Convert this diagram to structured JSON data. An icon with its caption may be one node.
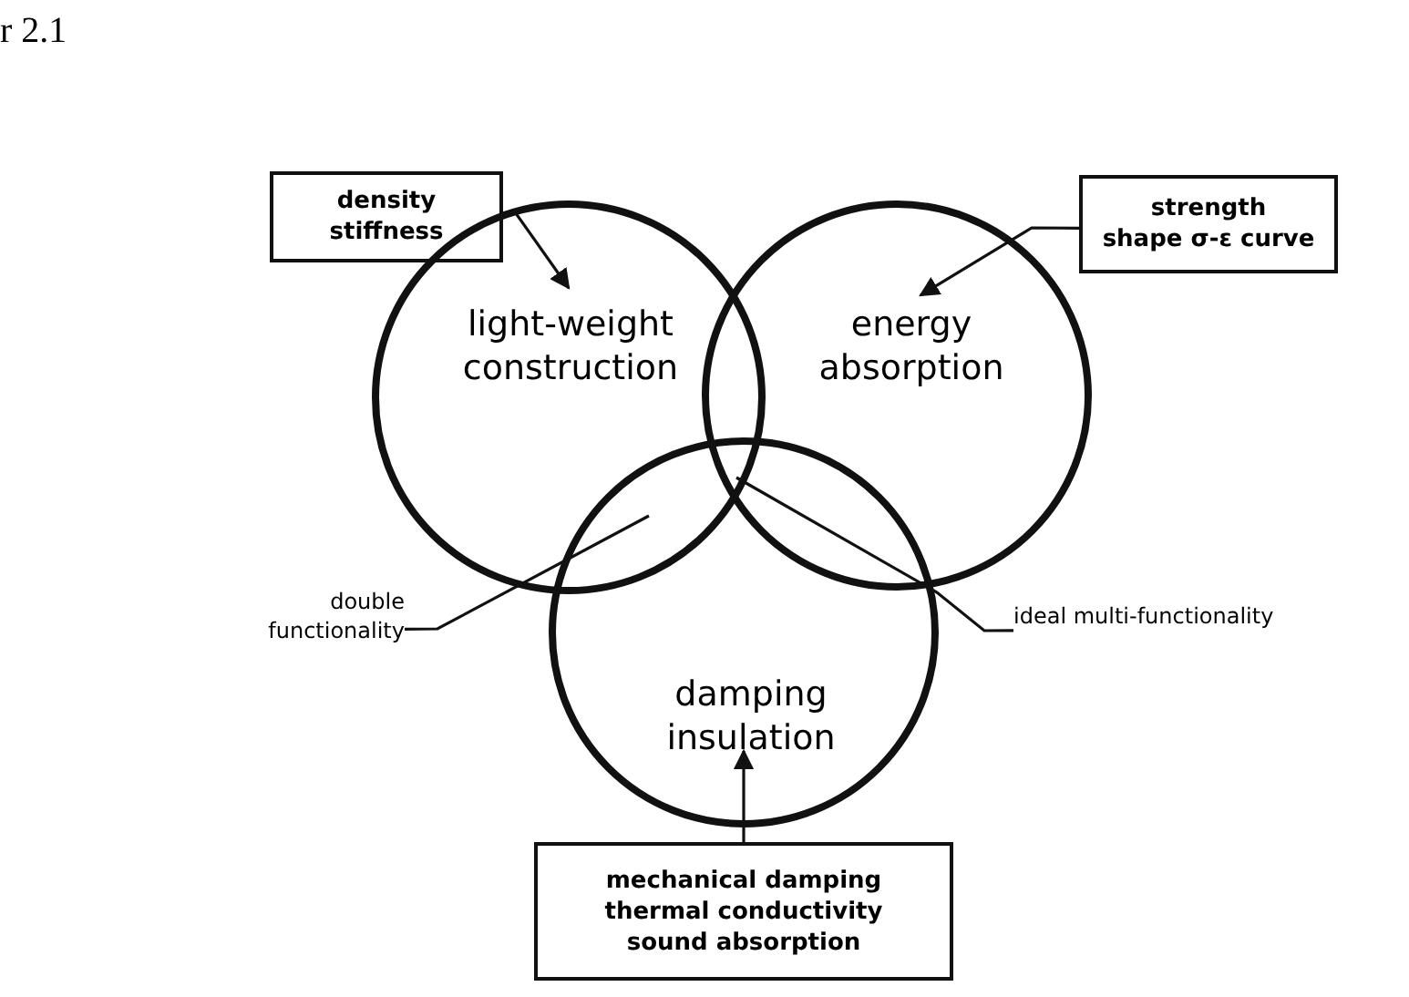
{
  "diagram": {
    "nodes": [
      {
        "text": [
          "density",
          "stiffness"
        ]
      },
      {
        "text": [
          "light-weight construction"
        ]
      },
      {
        "text": [
          "strength",
          "shape σ-ε curve"
        ]
      },
      {
        "text": [
          "energy absorption"
        ]
      },
      {
        "text": [
          "damping insulation"
        ]
      },
      {
        "text": [
          "mechanical damping",
          "thermal conductivity",
          "sound absorption"
        ]
      },
      {
        "text": [
          "double functionality"
        ]
      },
      {
        "text": [
          "ideal multi-functionality"
        ]
      }
    ],
    "edges": [
      {
        "from": 0,
        "to": 1,
        "arrow": "to"
      },
      {
        "from": 2,
        "to": 3,
        "arrow": "to"
      },
      {
        "from": 5,
        "to": 4,
        "arrow": "to"
      },
      {
        "from": 6,
        "to": 4,
        "arrow": "none"
      },
      {
        "from": 7,
        "to": 3,
        "arrow": "none"
      }
    ],
    "labels": [
      "r 2.1"
    ]
  }
}
